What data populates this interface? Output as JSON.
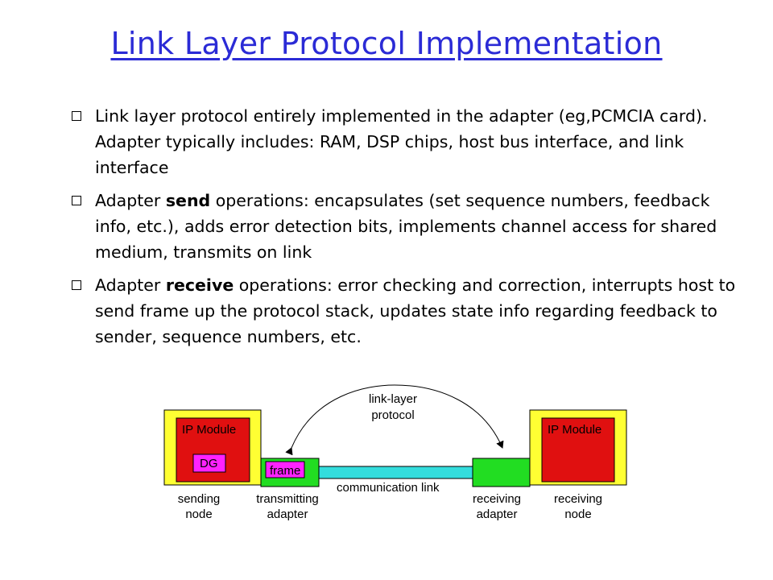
{
  "title": "Link Layer Protocol Implementation",
  "bullets": [
    {
      "text": "Link layer protocol entirely implemented in the adapter (eg,PCMCIA card). Adapter typically includes: RAM, DSP chips, host bus interface, and link interface"
    },
    {
      "before": "Adapter ",
      "bold": "send",
      "after": " operations: encapsulates (set sequence numbers, feedback info, etc.), adds error detection bits, implements channel access for shared medium, transmits on link"
    },
    {
      "before": "Adapter ",
      "bold": "receive",
      "after": " operations: error checking and correction, interrupts host to send frame up the protocol stack, updates state info regarding feedback to sender, sequence numbers, etc."
    }
  ],
  "diagram": {
    "protocol_label_line1": "link-layer",
    "protocol_label_line2": "protocol",
    "ip_module_left": "IP Module",
    "ip_module_right": "IP Module",
    "dg": "DG",
    "frame": "frame",
    "comm_link": "communication link",
    "sending_node_1": "sending",
    "sending_node_2": "node",
    "transmitting_adapter_1": "transmitting",
    "transmitting_adapter_2": "adapter",
    "receiving_adapter_1": "receiving",
    "receiving_adapter_2": "adapter",
    "receiving_node_1": "receiving",
    "receiving_node_2": "node",
    "colors": {
      "node": "#ffff33",
      "ip_module": "#e01010",
      "adapter": "#22dd22",
      "link": "#33dddd",
      "dg": "#ff22ff",
      "frame": "#ff22ff",
      "title": "#2b2bd6"
    }
  }
}
